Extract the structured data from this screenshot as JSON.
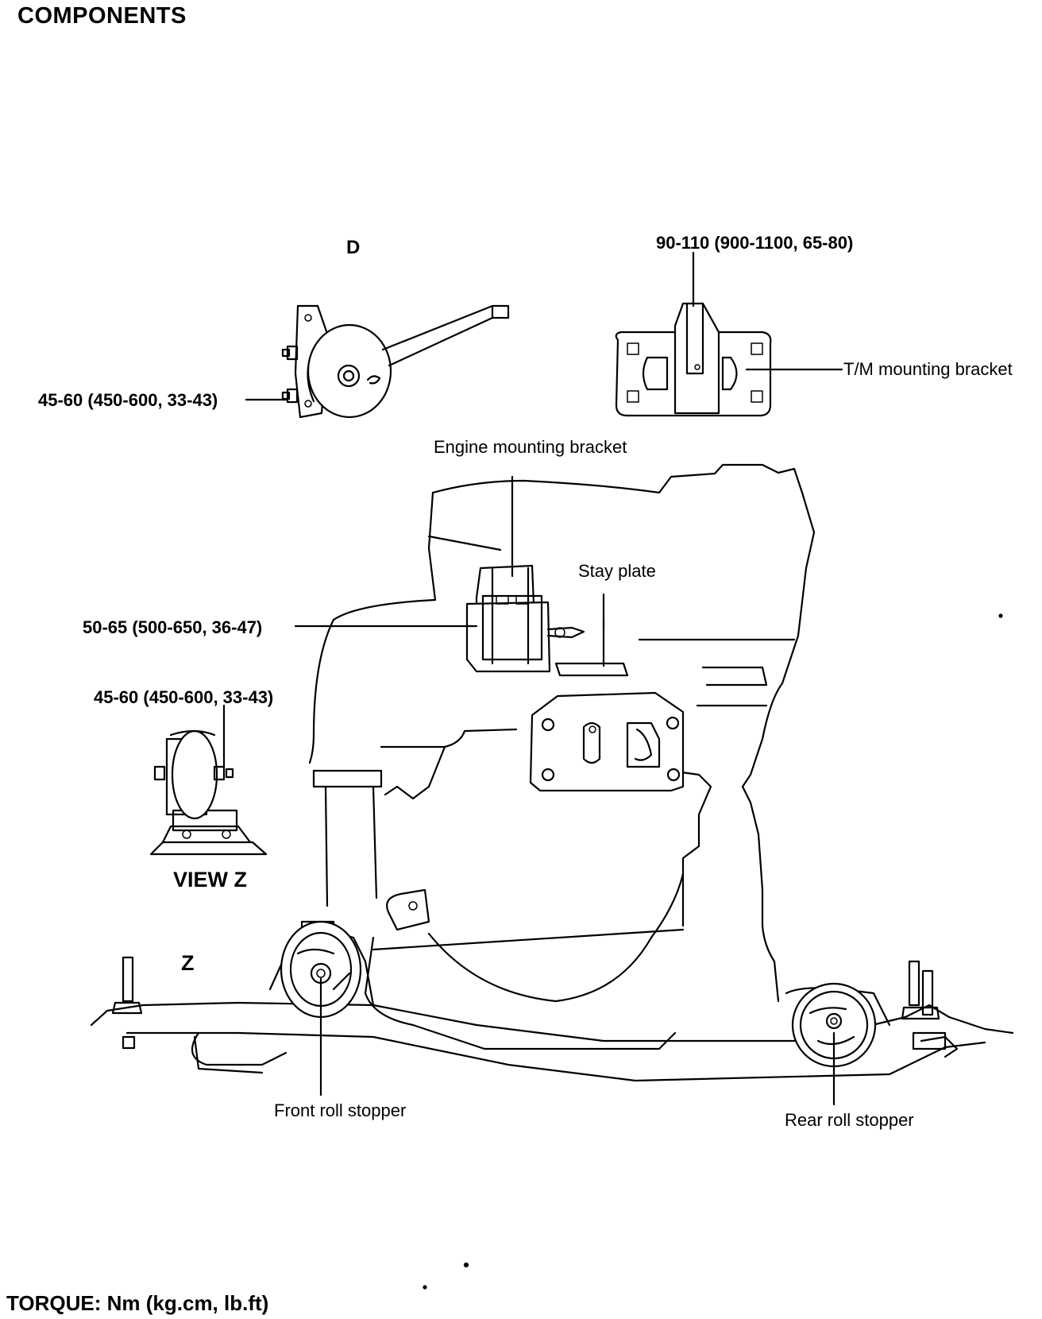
{
  "title": "COMPONENTS",
  "labels": {
    "view_d": "D",
    "torque_d": "45-60 (450-600, 33-43)",
    "torque_tm": "90-110 (900-1100, 65-80)",
    "tm_bracket": "T/M mounting bracket",
    "engine_bracket": "Engine mounting bracket",
    "stay_plate": "Stay plate",
    "torque_engine": "50-65 (500-650, 36-47)",
    "torque_viewz": "45-60 (450-600, 33-43)",
    "view_z": "VIEW Z",
    "z_marker": "Z",
    "front_roll_stopper": "Front roll stopper",
    "rear_roll_stopper": "Rear roll stopper"
  },
  "footer": "TORQUE: Nm (kg.cm, lb.ft)"
}
